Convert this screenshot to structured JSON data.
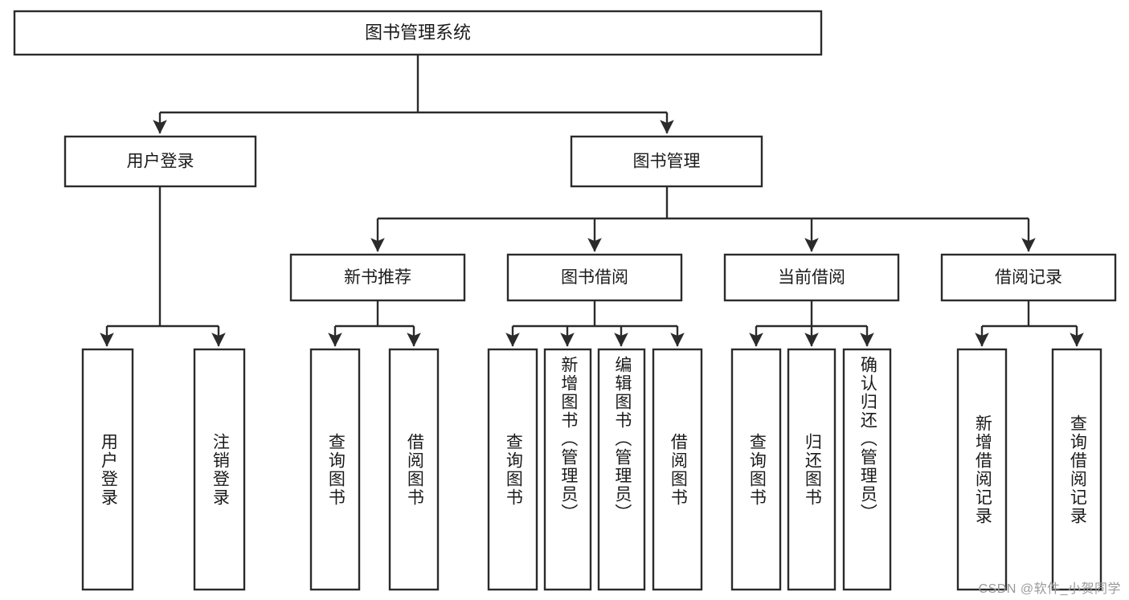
{
  "diagram": {
    "title": "图书管理系统",
    "type": "tree",
    "root": {
      "id": "root",
      "label": "图书管理系统"
    },
    "level2": [
      {
        "id": "user-login",
        "label": "用户登录"
      },
      {
        "id": "book-manage",
        "label": "图书管理"
      }
    ],
    "level3": [
      {
        "id": "new-book-recommend",
        "label": "新书推荐",
        "parent": "book-manage"
      },
      {
        "id": "book-borrow",
        "label": "图书借阅",
        "parent": "book-manage"
      },
      {
        "id": "current-borrow",
        "label": "当前借阅",
        "parent": "book-manage"
      },
      {
        "id": "borrow-record",
        "label": "借阅记录",
        "parent": "book-manage"
      }
    ],
    "leaves": [
      {
        "id": "leaf-user-login",
        "label": "用户登录",
        "parent": "user-login"
      },
      {
        "id": "leaf-user-logout",
        "label": "注销登录",
        "parent": "user-login"
      },
      {
        "id": "leaf-query-book-1",
        "label": "查询图书",
        "parent": "new-book-recommend"
      },
      {
        "id": "leaf-borrow-book-1",
        "label": "借阅图书",
        "parent": "new-book-recommend"
      },
      {
        "id": "leaf-query-book-2",
        "label": "查询图书",
        "parent": "book-borrow"
      },
      {
        "id": "leaf-add-book",
        "label": "新增图书（管理员）",
        "parent": "book-borrow"
      },
      {
        "id": "leaf-edit-book",
        "label": "编辑图书（管理员）",
        "parent": "book-borrow"
      },
      {
        "id": "leaf-borrow-book-2",
        "label": "借阅图书",
        "parent": "book-borrow"
      },
      {
        "id": "leaf-query-book-3",
        "label": "查询图书",
        "parent": "current-borrow"
      },
      {
        "id": "leaf-return-book",
        "label": "归还图书",
        "parent": "current-borrow"
      },
      {
        "id": "leaf-confirm-return",
        "label": "确认归还（管理员）",
        "parent": "current-borrow"
      },
      {
        "id": "leaf-add-record",
        "label": "新增借阅记录",
        "parent": "borrow-record"
      },
      {
        "id": "leaf-query-record",
        "label": "查询借阅记录",
        "parent": "borrow-record"
      }
    ],
    "colors": {
      "box_stroke": "#2b2b2b",
      "box_fill": "#ffffff",
      "connector": "#2b2b2b",
      "text": "#1b1b1b",
      "background": "#ffffff",
      "watermark": "#9a9a9a"
    }
  },
  "watermark": {
    "text": "CSDN @软件_小贺同学"
  }
}
